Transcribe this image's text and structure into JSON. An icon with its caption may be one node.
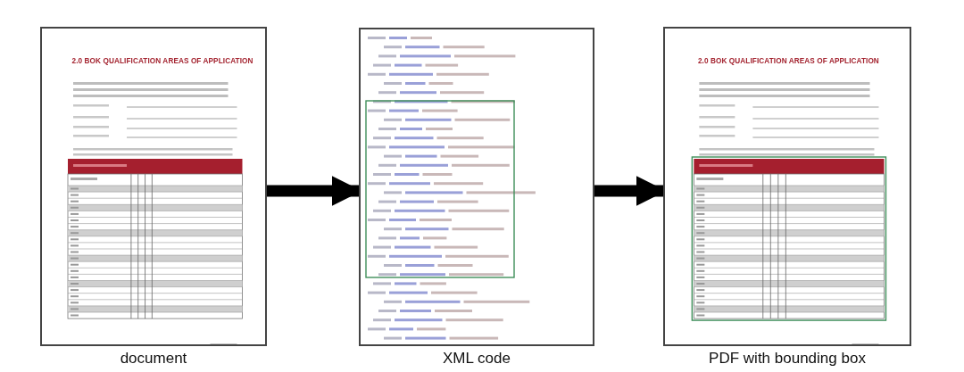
{
  "diagram": {
    "nodes": [
      {
        "text": [
          "2.0 BOK QUALIFICATION AREAS OF APPLICATION"
        ],
        "beside": [
          "document"
        ]
      },
      {
        "text": [],
        "shape": "document",
        "beside": [
          "XML code"
        ]
      },
      {
        "text": [
          "2.0 BOK QUALIFICATION AREAS OF APPLICATION"
        ],
        "beside": [
          "PDF with bounding box"
        ]
      }
    ],
    "edges": [
      {
        "from": 0,
        "to": 1,
        "arrow": "to"
      },
      {
        "from": 1,
        "to": 2,
        "arrow": "to"
      }
    ]
  }
}
